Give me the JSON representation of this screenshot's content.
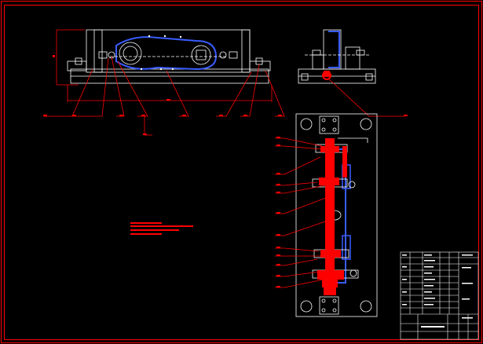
{
  "colors": {
    "background": "#000000",
    "frame": "#ff0000",
    "outline": "#ffffff",
    "leader": "#ff0000",
    "part_highlight": "#ff0000",
    "part_blue": "#3a5cff",
    "note_lines": "#ff0000",
    "title_block": "#ffffff"
  },
  "title_block": {
    "rows": 12,
    "columns": 6
  },
  "views": [
    "front-view",
    "side-view",
    "top-view"
  ]
}
